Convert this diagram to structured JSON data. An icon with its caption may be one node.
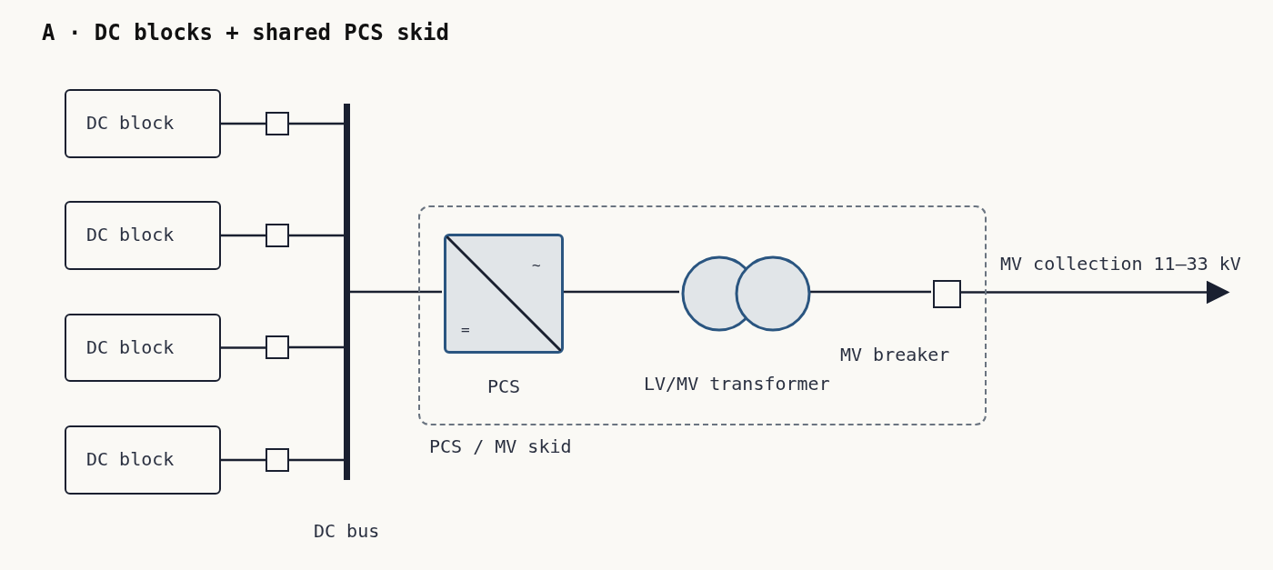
{
  "diagram": {
    "title": "A · DC blocks + shared PCS skid",
    "nodes": [
      {
        "text": [
          "DC block"
        ]
      },
      {
        "text": [
          "DC block"
        ]
      },
      {
        "text": [
          "DC block"
        ]
      },
      {
        "text": [
          "DC block"
        ]
      },
      {
        "text": [],
        "shape": "box"
      },
      {
        "text": [],
        "shape": "box"
      },
      {
        "text": [],
        "shape": "box"
      },
      {
        "text": [],
        "shape": "box"
      },
      {
        "text": [
          "DC bus"
        ]
      },
      {
        "text": [
          "PCS / MV skid"
        ]
      },
      {
        "text": [
          "PCS"
        ],
        "in": 9
      },
      {
        "text": [
          "LV/MV transformer"
        ],
        "in": 9
      },
      {
        "text": [
          "MV breaker"
        ],
        "in": 9
      }
    ],
    "edges": [
      {
        "from": 0,
        "to": 4,
        "arrow": "none"
      },
      {
        "from": 4,
        "to": 8,
        "arrow": "none"
      },
      {
        "from": 1,
        "to": 5,
        "arrow": "none"
      },
      {
        "from": 5,
        "to": 8,
        "arrow": "none"
      },
      {
        "from": 2,
        "to": 6,
        "arrow": "none"
      },
      {
        "from": 6,
        "to": 8,
        "arrow": "none"
      },
      {
        "from": 3,
        "to": 7,
        "arrow": "none"
      },
      {
        "from": 7,
        "to": 8,
        "arrow": "none"
      },
      {
        "from": 8,
        "to": 10,
        "arrow": "none"
      },
      {
        "from": 10,
        "to": 11,
        "arrow": "none"
      },
      {
        "from": 11,
        "to": 12,
        "arrow": "none"
      },
      {
        "from": 12,
        "to": null,
        "arrow": "to",
        "label": "MV collection 11–33 kV"
      }
    ],
    "labels": [
      "~",
      "="
    ]
  }
}
